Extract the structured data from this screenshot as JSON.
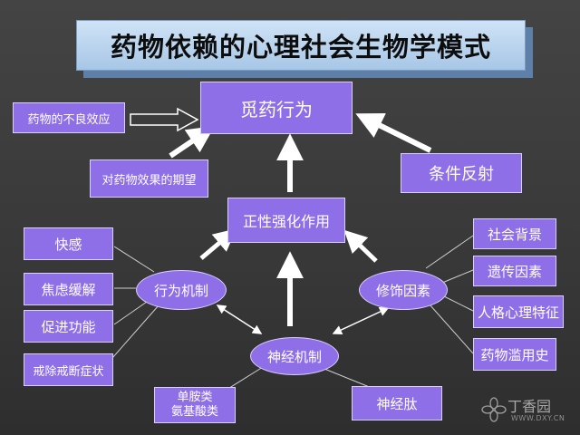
{
  "title": "药物依赖的心理社会生物学模式",
  "nodes": {
    "drug_seeking": "觅药行为",
    "adverse_effects": "药物的不良效应",
    "expectation": "对药物效果的期望",
    "conditioned_reflex": "条件反射",
    "positive_reinforcement": "正性强化作用",
    "behavior_mechanism": "行为机制",
    "modifying_factors": "修饰因素",
    "neural_mechanism": "神经机制",
    "pleasure": "快感",
    "anxiety_relief": "焦虑缓解",
    "function_promotion": "促进功能",
    "withdrawal_relief": "戒除戒断症状",
    "social_background": "社会背景",
    "genetic_factors": "遗传因素",
    "personality": "人格心理特征",
    "drug_abuse_history": "药物滥用史",
    "monoamines_line1": "单胺类",
    "monoamines_line2": "氨基酸类",
    "neuropeptides": "神经肽"
  },
  "watermark": {
    "brand": "丁香园",
    "url": "WWW.DXY.CN"
  },
  "colors": {
    "box_fill": "#8f6fe8",
    "title_fill": "#b9d3ee",
    "arrow": "#ffffff",
    "background": "#3c3c3c"
  }
}
